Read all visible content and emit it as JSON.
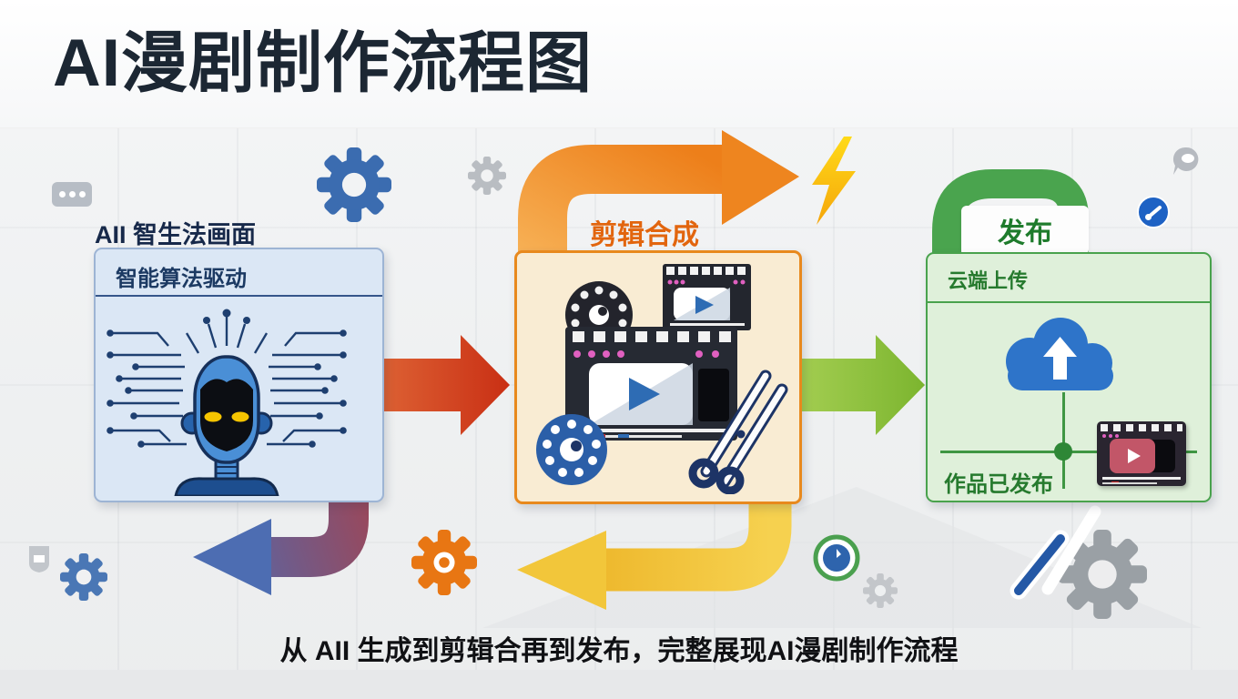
{
  "title": "AI漫剧制作流程图",
  "caption": "从 AII 生成到剪辑合再到发布，完整展现AI漫剧制作流程",
  "stages": [
    {
      "label": "AII 智生法画面",
      "header": "智能算法驱动",
      "icon": "robot-icon"
    },
    {
      "label": "剪辑合成",
      "icon": "film-editing-icon"
    },
    {
      "label": "发布",
      "header": "云端上传",
      "status": "作品已发布",
      "icon": "cloud-upload-icon"
    }
  ],
  "icons": {
    "stage1": [
      "robot-icon",
      "circuit-lines-icon"
    ],
    "stage2": [
      "film-reel-icon",
      "filmstrip-player-icon",
      "scissors-icon"
    ],
    "stage3": [
      "cloud-upload-icon",
      "video-player-icon",
      "arrow-badge-icon"
    ],
    "decorations": [
      "gear-icon",
      "lightning-icon",
      "speech-bubble-icon",
      "ellipsis-badge-icon",
      "shield-icon",
      "clock-icon",
      "pen-stroke-icon"
    ]
  },
  "colors": {
    "title_text": "#1c2733",
    "stage1_bg": "#dbe7f5",
    "stage1_border": "#9db4d4",
    "stage1_text": "#1c3a63",
    "stage2_bg": "#f9ecd3",
    "stage2_border": "#e8891d",
    "stage2_label": "#e2650e",
    "stage3_bg": "#dff0da",
    "stage3_border": "#49a24d",
    "stage3_text": "#267a2e",
    "arrow_red": "#d1431f",
    "arrow_green": "#8cbf3f",
    "arrow_orange": "#ef8d27",
    "arrow_yellow": "#f0c23a",
    "arrow_purple_blue": "#4d6db2",
    "accent_blue": "#2e74c9",
    "accent_yellow": "#ffd616"
  }
}
